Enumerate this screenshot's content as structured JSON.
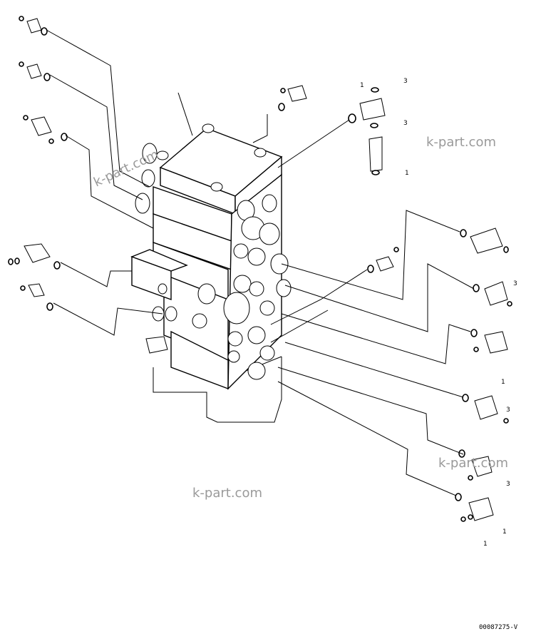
{
  "drawing": {
    "watermark": "k-part.com",
    "drawing_number": "00087275-V",
    "callouts": [
      "1",
      "3",
      "1",
      "3",
      "1",
      "3",
      "1",
      "3",
      "1",
      "3"
    ]
  }
}
